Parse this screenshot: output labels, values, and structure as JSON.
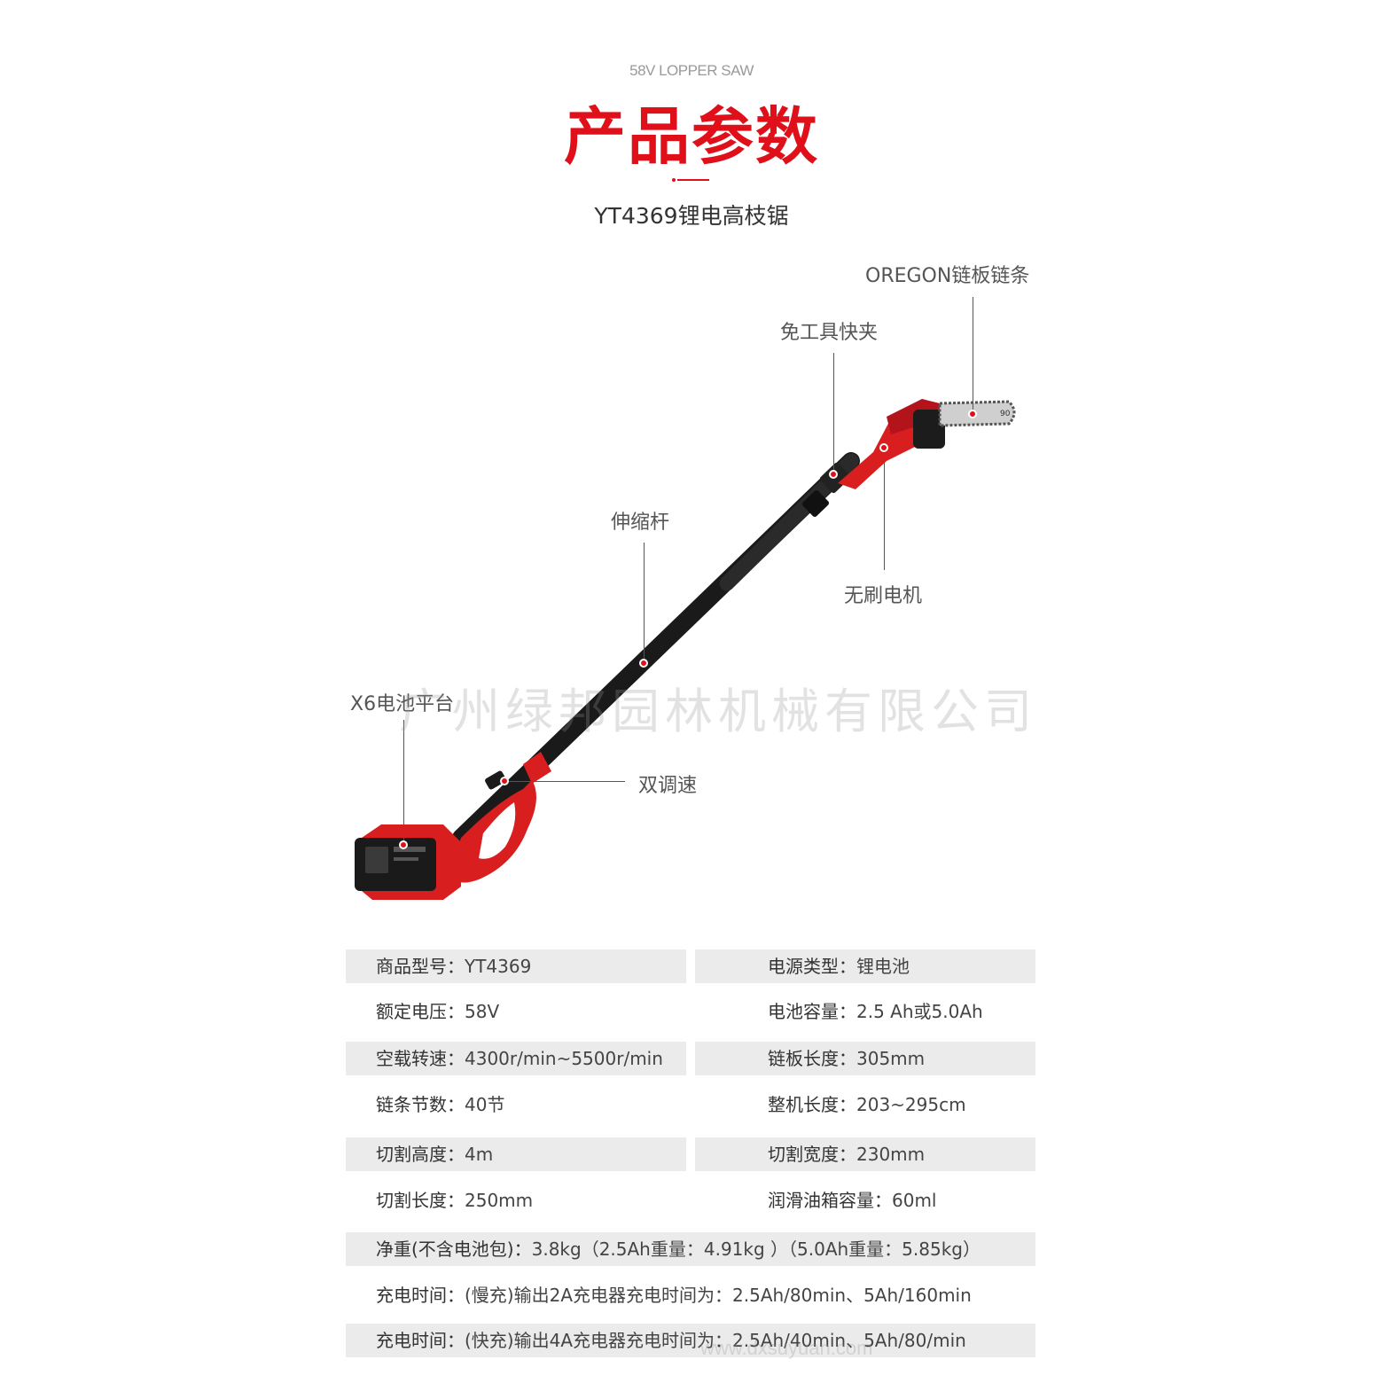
{
  "header": {
    "subtitle_en": "58V LOPPER SAW",
    "title": "产品参数",
    "model_name": "YT4369锂电高枝锯"
  },
  "callouts": {
    "oregon": "OREGON链板链条",
    "clamp": "免工具快夹",
    "pole": "伸缩杆",
    "motor": "无刷电机",
    "battery": "X6电池平台",
    "speed": "双调速"
  },
  "watermark": {
    "company": "广州绿邦园林机械有限公司",
    "url": "www.dxsuyuan.com"
  },
  "product": {
    "bar_mark": "90"
  },
  "specs": [
    {
      "left": {
        "label": "商品型号：",
        "value": "YT4369"
      },
      "right": {
        "label": "电源类型：",
        "value": "锂电池"
      }
    },
    {
      "left": {
        "label": "额定电压：",
        "value": "58V"
      },
      "right": {
        "label": "电池容量：",
        "value": "2.5 Ah或5.0Ah"
      }
    },
    {
      "left": {
        "label": "空载转速：",
        "value": "4300r/min~5500r/min"
      },
      "right": {
        "label": "链板长度：",
        "value": "305mm"
      }
    },
    {
      "left": {
        "label": "链条节数：",
        "value": "40节"
      },
      "right": {
        "label": "整机长度：",
        "value": "203~295cm"
      }
    },
    {
      "left": {
        "label": "切割高度：",
        "value": "4m"
      },
      "right": {
        "label": "切割宽度：",
        "value": "230mm"
      }
    },
    {
      "left": {
        "label": "切割长度：",
        "value": "250mm"
      },
      "right": {
        "label": "润滑油箱容量：",
        "value": "60ml"
      }
    },
    {
      "full": {
        "label": "净重(不含电池包)：",
        "value": "3.8kg（2.5Ah重量：4.91kg ）（5.0Ah重量：5.85kg）"
      }
    },
    {
      "full": {
        "label": "充电时间：",
        "value": "(慢充)输出2A充电器充电时间为：2.5Ah/80min、5Ah/160min"
      }
    },
    {
      "full": {
        "label": "充电时间：",
        "value": "(快充)输出4A充电器充电时间为：2.5Ah/40min、5Ah/80/min"
      }
    }
  ],
  "colors": {
    "accent_red": "#e0101a",
    "row_shade": "#ebebeb",
    "pole_black": "#1a1a1a"
  }
}
